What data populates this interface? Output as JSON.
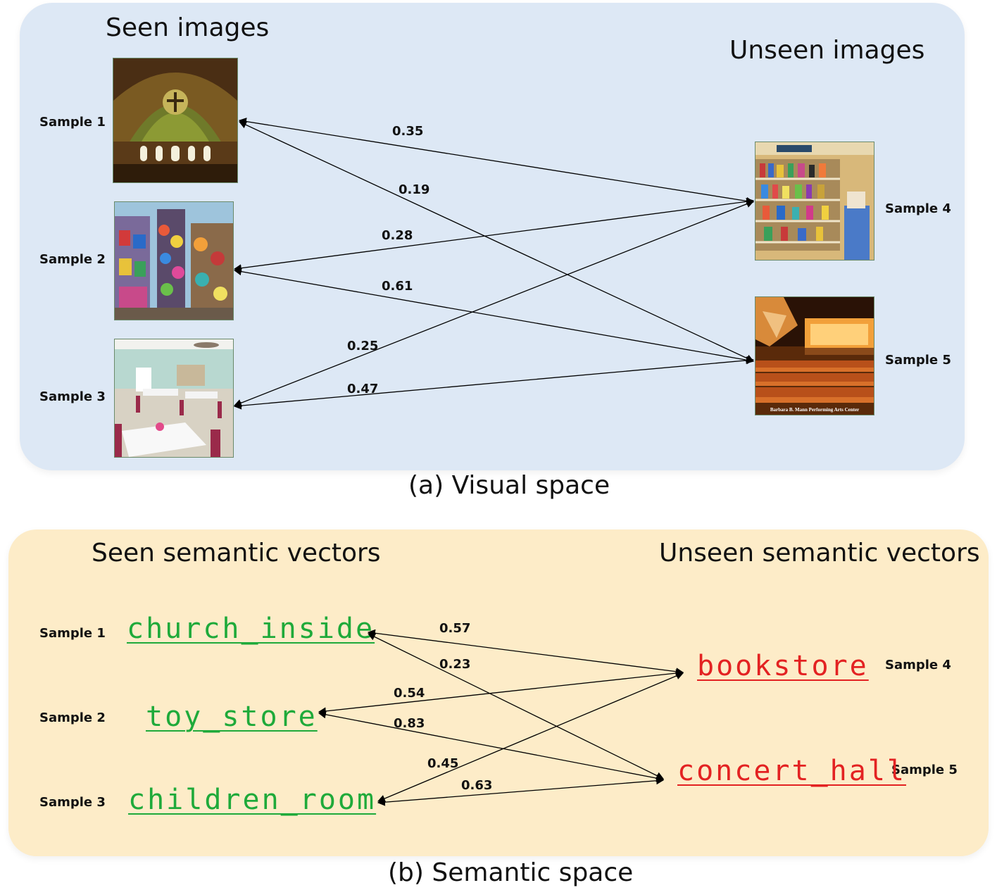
{
  "visual": {
    "seen_heading": "Seen images",
    "unseen_heading": "Unseen images",
    "caption": "(a) Visual space",
    "samples": [
      {
        "label": "Sample 1",
        "scene": "church-interior-image"
      },
      {
        "label": "Sample 2",
        "scene": "toy-store-image"
      },
      {
        "label": "Sample 3",
        "scene": "children-room-image"
      },
      {
        "label": "Sample 4",
        "scene": "bookstore-image"
      },
      {
        "label": "Sample 5",
        "scene": "concert-hall-image",
        "image_text": "Barbara B. Mann Performing Arts Center"
      }
    ],
    "similarities": [
      {
        "from": "Sample 1",
        "to": "Sample 4",
        "value": "0.35"
      },
      {
        "from": "Sample 1",
        "to": "Sample 5",
        "value": "0.19"
      },
      {
        "from": "Sample 2",
        "to": "Sample 4",
        "value": "0.28"
      },
      {
        "from": "Sample 2",
        "to": "Sample 5",
        "value": "0.61"
      },
      {
        "from": "Sample 3",
        "to": "Sample 4",
        "value": "0.25"
      },
      {
        "from": "Sample 3",
        "to": "Sample 5",
        "value": "0.47"
      }
    ]
  },
  "semantic": {
    "seen_heading": "Seen semantic vectors",
    "unseen_heading": "Unseen semantic vectors",
    "caption": "(b) Semantic space",
    "samples": [
      {
        "label": "Sample 1",
        "word": "church_inside"
      },
      {
        "label": "Sample 2",
        "word": "toy_store"
      },
      {
        "label": "Sample 3",
        "word": "children_room"
      },
      {
        "label": "Sample 4",
        "word": "bookstore"
      },
      {
        "label": "Sample 5",
        "word": "concert_hall"
      }
    ],
    "similarities": [
      {
        "from": "Sample 1",
        "to": "Sample 4",
        "value": "0.57"
      },
      {
        "from": "Sample 1",
        "to": "Sample 5",
        "value": "0.23"
      },
      {
        "from": "Sample 2",
        "to": "Sample 4",
        "value": "0.54"
      },
      {
        "from": "Sample 2",
        "to": "Sample 5",
        "value": "0.83"
      },
      {
        "from": "Sample 3",
        "to": "Sample 4",
        "value": "0.45"
      },
      {
        "from": "Sample 3",
        "to": "Sample 5",
        "value": "0.63"
      }
    ]
  },
  "colors": {
    "visual_panel": "#dde8f5",
    "semantic_panel": "#fdecc8",
    "seen_word": "#1faa3a",
    "unseen_word": "#e32222",
    "arrow": "#000000"
  }
}
